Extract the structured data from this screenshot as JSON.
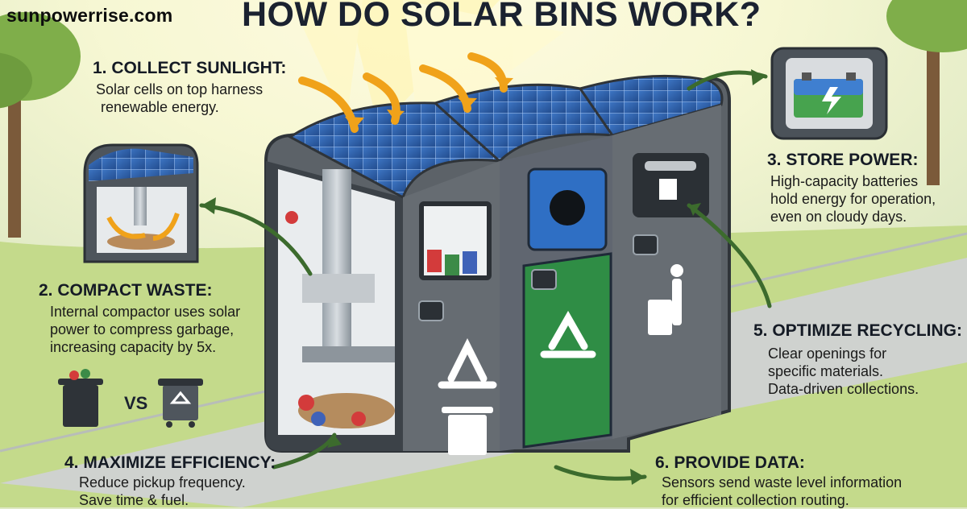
{
  "brand": {
    "site": "sunpowerrise.com"
  },
  "title": "HOW DO SOLAR BINS WORK?",
  "steps": [
    {
      "heading": "1. COLLECT SUNLIGHT:",
      "lines": [
        "Solar cells on top harness",
        "renewable energy."
      ]
    },
    {
      "heading": "2. COMPACT WASTE:",
      "lines": [
        "Internal compactor uses solar",
        "power to compress garbage,",
        "increasing capacity by 5x."
      ]
    },
    {
      "heading": "3. STORE POWER:",
      "lines": [
        "High-capacity batteries",
        "hold energy for operation,",
        "even on cloudy days."
      ]
    },
    {
      "heading": "4. MAXIMIZE EFFICIENCY:",
      "lines": [
        "Reduce pickup frequency.",
        "Save time & fuel."
      ]
    },
    {
      "heading": "5. OPTIMIZE RECYCLING:",
      "lines": [
        "Clear openings for",
        "specific materials.",
        "Data-driven collections."
      ]
    },
    {
      "heading": "6. PROVIDE DATA:",
      "lines": [
        "Sensors send waste level information",
        "for efficient collection routing."
      ]
    }
  ],
  "comparison": {
    "vs_label": "VS"
  },
  "icons": [
    "sun-icon",
    "solar-panel-icon",
    "battery-icon",
    "recycle-icon",
    "trash-can-icon",
    "person-disposing-trash-icon",
    "tree-icon",
    "arrow-icon"
  ],
  "colors": {
    "background": "#dfe9c4",
    "grass": "#b9d27c",
    "path": "#c9ccc9",
    "bin_body": "#5c6268",
    "bin_dark": "#2f3439",
    "solar_panel": "#2f64b3",
    "recycle_blue": "#2f6fc4",
    "recycle_green": "#2f8d45",
    "sun_ray": "#fff3a6",
    "arrow_orange": "#f0a21a",
    "arrow_green": "#3c6b2d",
    "title": "#1b2230"
  }
}
